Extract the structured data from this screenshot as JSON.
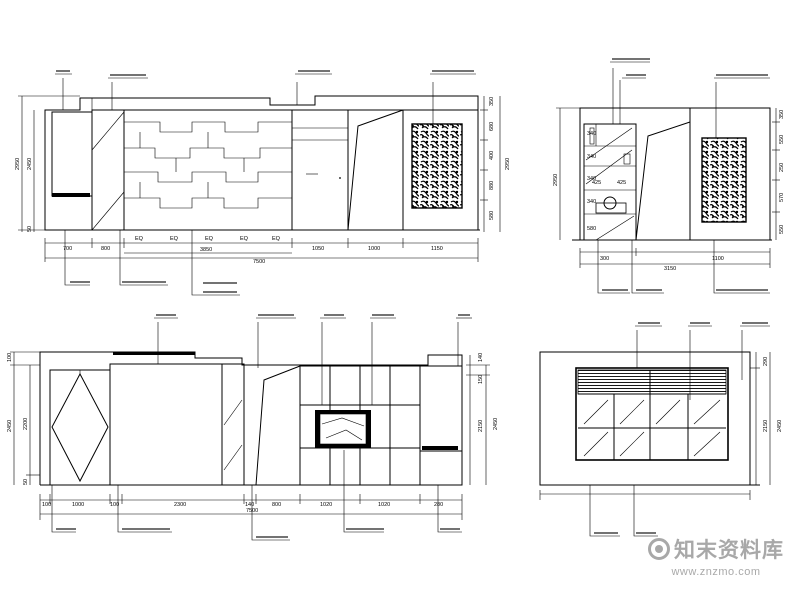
{
  "elevation_a": {
    "width_segments": [
      "700",
      "800",
      "EQ",
      "EQ",
      "EQ",
      "EQ",
      "EQ",
      "1050",
      "1000",
      "1150"
    ],
    "sub_total": "3850",
    "total": "7500",
    "height_total": "2950",
    "height_partial": "2450",
    "height_base": "50",
    "right_heights": [
      "350",
      "680",
      "400",
      "880",
      "580"
    ],
    "right_total": "2950"
  },
  "elevation_b": {
    "width_segments": [
      "300",
      "1100"
    ],
    "height_total": "2950",
    "shelf_dims": [
      "340",
      "340",
      "340",
      "425",
      "425",
      "340",
      "580"
    ],
    "right_heights": [
      "350",
      "550",
      "250",
      "570",
      "550"
    ],
    "width_total": "3150"
  },
  "elevation_c": {
    "width_segments": [
      "100",
      "1000",
      "100",
      "2300",
      "140",
      "800",
      "1020",
      "1020",
      "280"
    ],
    "total": "7500",
    "left_heights": [
      "100",
      "2450",
      "2200",
      "50"
    ],
    "right_heights": [
      "140",
      "150",
      "2450",
      "2150"
    ]
  },
  "elevation_d": {
    "right_heights": [
      "290",
      "2450",
      "2150"
    ]
  },
  "watermark": {
    "cn": "知末资料库",
    "url": "www.znzmo.com"
  }
}
